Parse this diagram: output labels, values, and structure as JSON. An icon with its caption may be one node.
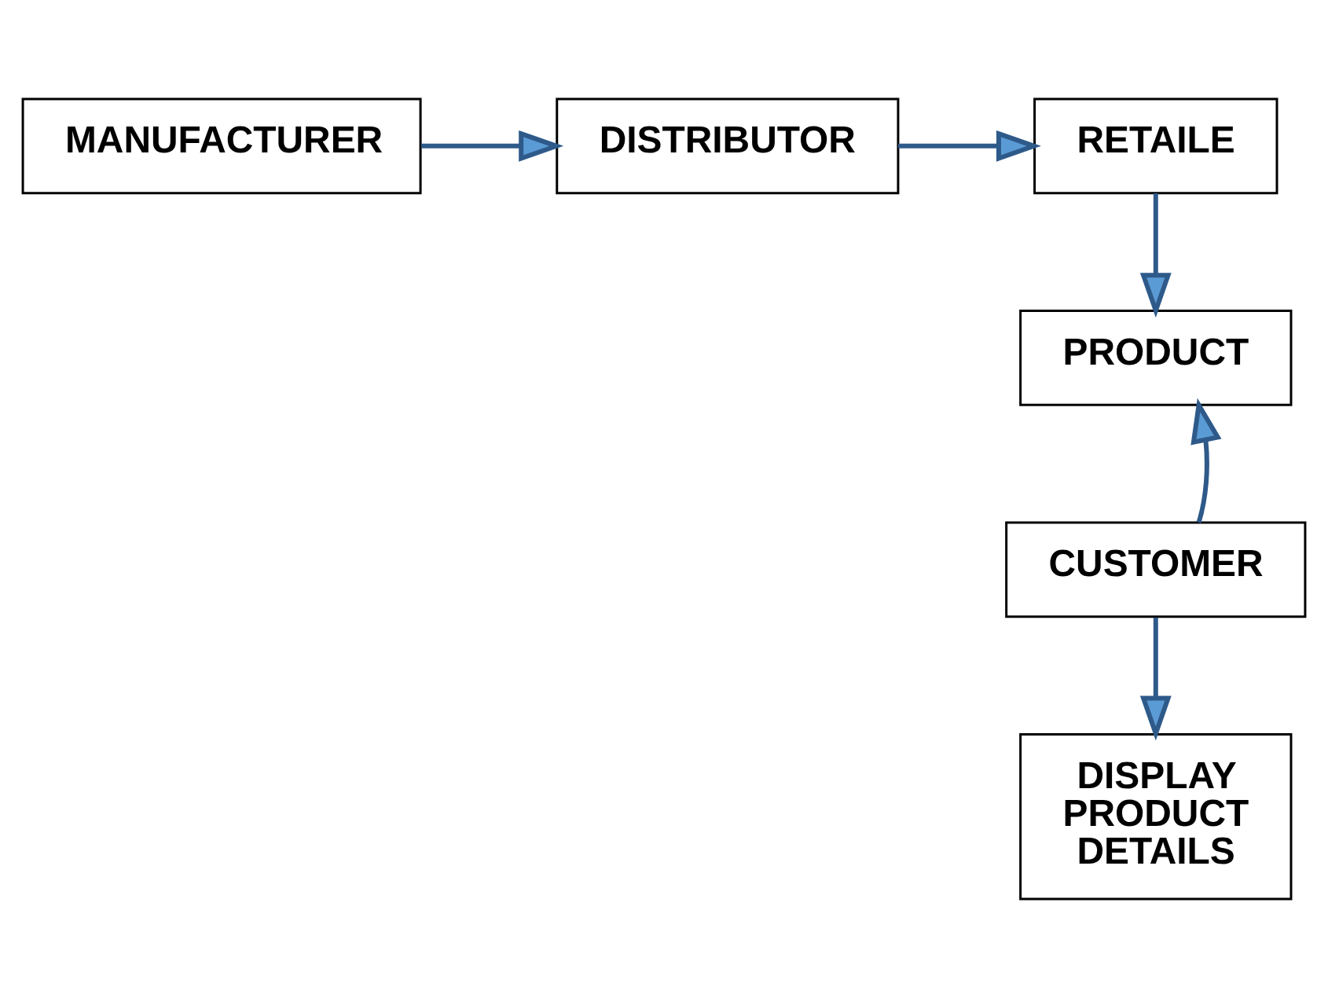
{
  "diagram": {
    "nodes": [
      {
        "text": [
          "MANUFACTURER"
        ]
      },
      {
        "text": [
          "DISTRIBUTOR"
        ]
      },
      {
        "text": [
          "RETAILE"
        ]
      },
      {
        "text": [
          "PRODUCT"
        ]
      },
      {
        "text": [
          "CUSTOMER"
        ]
      },
      {
        "text": [
          "DISPLAY PRODUCT DETAILS"
        ]
      }
    ],
    "edges": [
      {
        "from": 0,
        "to": 1,
        "arrow": "to"
      },
      {
        "from": 1,
        "to": 2,
        "arrow": "to"
      },
      {
        "from": 2,
        "to": 3,
        "arrow": "to"
      },
      {
        "from": 4,
        "to": 3,
        "arrow": "to"
      },
      {
        "from": 4,
        "to": 5,
        "arrow": "to"
      }
    ]
  }
}
